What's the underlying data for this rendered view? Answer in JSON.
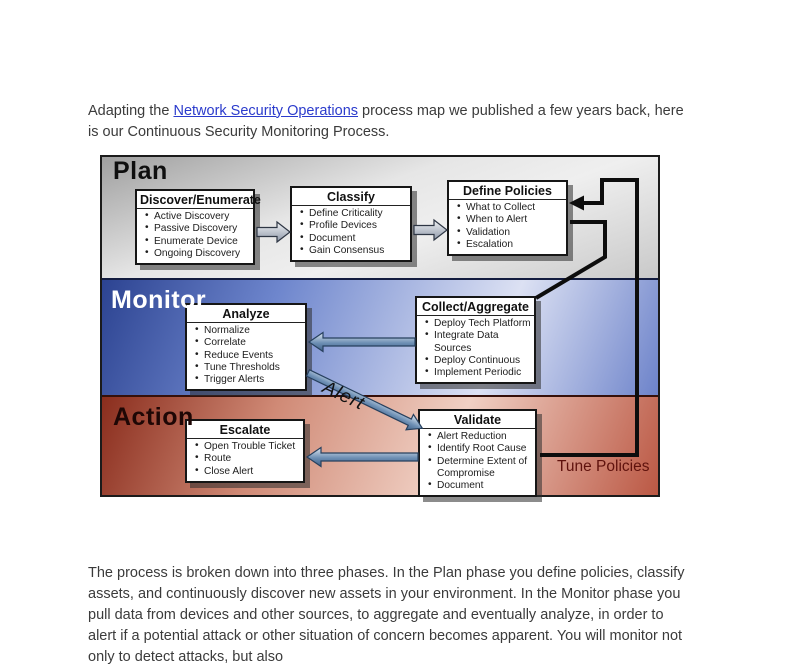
{
  "intro": {
    "prefix": "Adapting the ",
    "link_text": "Network Security Operations",
    "suffix": " process map we published a few years back, here is our Continuous Security Monitoring Process."
  },
  "diagram": {
    "bands": {
      "plan": {
        "label": "Plan"
      },
      "monitor": {
        "label": "Monitor"
      },
      "action": {
        "label": "Action"
      }
    },
    "boxes": {
      "discover": {
        "title": "Discover/Enumerate",
        "items": [
          "Active Discovery",
          "Passive Discovery",
          "Enumerate Device",
          "Ongoing Discovery"
        ]
      },
      "classify": {
        "title": "Classify",
        "items": [
          "Define Criticality",
          "Profile Devices",
          "Document",
          "Gain Consensus"
        ]
      },
      "define_policies": {
        "title": "Define Policies",
        "items": [
          "What to Collect",
          "When to Alert",
          "Validation",
          "Escalation"
        ]
      },
      "analyze": {
        "title": "Analyze",
        "items": [
          "Normalize",
          "Correlate",
          "Reduce Events",
          "Tune Thresholds",
          "Trigger Alerts"
        ]
      },
      "collect": {
        "title": "Collect/Aggregate",
        "items": [
          "Deploy Tech Platform",
          "Integrate Data Sources",
          "Deploy Continuous",
          "Implement Periodic"
        ]
      },
      "escalate": {
        "title": "Escalate",
        "items": [
          "Open Trouble Ticket",
          "Route",
          "Close Alert"
        ]
      },
      "validate": {
        "title": "Validate",
        "items": [
          "Alert Reduction",
          "Identify Root Cause",
          "Determine Extent of Compromise",
          "Document"
        ]
      }
    },
    "labels": {
      "alert": "Alert",
      "tune_policies": "Tune Policies"
    },
    "colors": {
      "plan_band_light": "#efefef",
      "plan_band_dark": "#9f9f9f",
      "monitor_band_light": "#dce1f3",
      "monitor_band_dark": "#2c4391",
      "action_band_light": "#f0d0c4",
      "action_band_dark": "#8a2d1d",
      "feedback_line": "#0d0d0d",
      "tune_policies_text": "#5f120d",
      "link_blue": "#2b3bcc"
    }
  },
  "body": {
    "paragraph": "The process is broken down into three phases. In the Plan phase you define policies, classify assets, and continuously discover new assets in your environment. In the Monitor phase you pull data from devices and other sources, to aggregate and eventually analyze, in order to alert if a potential attack or other situation of concern becomes apparent. You will monitor not only to detect attacks, but also"
  }
}
